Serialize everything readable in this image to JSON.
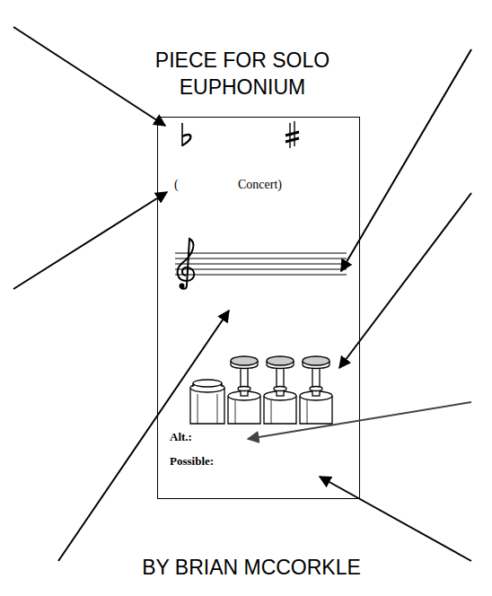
{
  "diagram": {
    "title": "PIECE FOR SOLO EUPHONIUM",
    "caption": "BY BRIAN MCCORKLE",
    "nodes": [
      {
        "text": [
          "(",
          "Concert)",
          "Alt.:",
          "Possible:"
        ]
      }
    ]
  }
}
